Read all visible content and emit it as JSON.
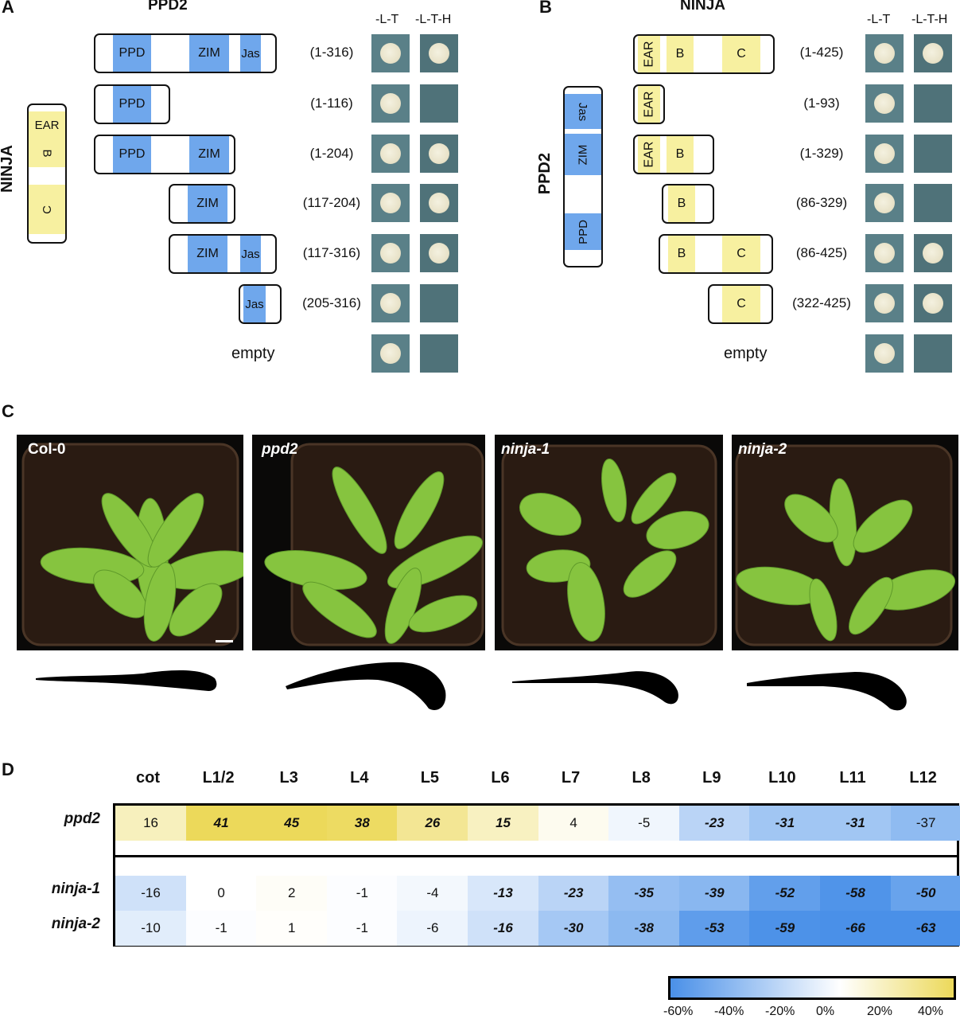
{
  "panel_a": {
    "letter": "A",
    "title": "PPD2",
    "side_label": "NINJA",
    "col_headers": [
      "-L-T",
      "-L-T-H"
    ],
    "side_domains": [
      "EAR",
      "B",
      "C"
    ],
    "rows": [
      {
        "range": "(1-316)",
        "domains": [
          "PPD",
          "ZIM",
          "Jas"
        ],
        "growth_lt": 1,
        "growth_lth": 1
      },
      {
        "range": "(1-116)",
        "domains": [
          "PPD"
        ],
        "growth_lt": 1,
        "growth_lth": 0
      },
      {
        "range": "(1-204)",
        "domains": [
          "PPD",
          "ZIM"
        ],
        "growth_lt": 1,
        "growth_lth": 1
      },
      {
        "range": "(117-204)",
        "domains": [
          "ZIM"
        ],
        "growth_lt": 1,
        "growth_lth": 1
      },
      {
        "range": "(117-316)",
        "domains": [
          "ZIM",
          "Jas"
        ],
        "growth_lt": 1,
        "growth_lth": 1
      },
      {
        "range": "(205-316)",
        "domains": [
          "Jas"
        ],
        "growth_lt": 1,
        "growth_lth": 0
      }
    ],
    "empty_label": "empty",
    "empty_growth_lt": 1,
    "empty_growth_lth": 0
  },
  "panel_b": {
    "letter": "B",
    "title": "NINJA",
    "side_label": "PPD2",
    "col_headers": [
      "-L-T",
      "-L-T-H"
    ],
    "side_domains": [
      "Jas",
      "ZIM",
      "PPD"
    ],
    "rows": [
      {
        "range": "(1-425)",
        "domains": [
          "EAR",
          "B",
          "C"
        ],
        "growth_lt": 1,
        "growth_lth": 1
      },
      {
        "range": "(1-93)",
        "domains": [
          "EAR"
        ],
        "growth_lt": 1,
        "growth_lth": 0
      },
      {
        "range": "(1-329)",
        "domains": [
          "EAR",
          "B"
        ],
        "growth_lt": 1,
        "growth_lth": 0
      },
      {
        "range": "(86-329)",
        "domains": [
          "B"
        ],
        "growth_lt": 1,
        "growth_lth": 0
      },
      {
        "range": "(86-425)",
        "domains": [
          "B",
          "C"
        ],
        "growth_lt": 1,
        "growth_lth": 1
      },
      {
        "range": "(322-425)",
        "domains": [
          "C"
        ],
        "growth_lt": 1,
        "growth_lth": 1
      }
    ],
    "empty_label": "empty",
    "empty_growth_lt": 1,
    "empty_growth_lth": 0
  },
  "panel_c": {
    "letter": "C",
    "photos": [
      {
        "label": "Col-0",
        "italic": false
      },
      {
        "label": "ppd2",
        "italic": true
      },
      {
        "label": "ninja-1",
        "italic": true
      },
      {
        "label": "ninja-2",
        "italic": true
      }
    ]
  },
  "panel_d": {
    "letter": "D",
    "chart_data": {
      "type": "heatmap",
      "columns": [
        "cot",
        "L1/2",
        "L3",
        "L4",
        "L5",
        "L6",
        "L7",
        "L8",
        "L9",
        "L10",
        "L11",
        "L12"
      ],
      "rows": [
        {
          "name": "ppd2",
          "values": [
            16,
            41,
            45,
            38,
            26,
            15,
            4,
            -5,
            -23,
            -31,
            -31,
            -37
          ],
          "significant": [
            false,
            true,
            true,
            true,
            true,
            true,
            false,
            false,
            true,
            true,
            true,
            false
          ]
        },
        {
          "name": "ninja-1",
          "values": [
            -16,
            0,
            2,
            -1,
            -4,
            -13,
            -23,
            -35,
            -39,
            -52,
            -58,
            -50
          ],
          "significant": [
            false,
            false,
            false,
            false,
            false,
            true,
            true,
            true,
            true,
            true,
            true,
            true
          ]
        },
        {
          "name": "ninja-2",
          "values": [
            -10,
            -1,
            1,
            -1,
            -6,
            -16,
            -30,
            -38,
            -53,
            -59,
            -66,
            -63
          ],
          "significant": [
            false,
            false,
            false,
            false,
            false,
            true,
            true,
            true,
            true,
            true,
            true,
            true
          ]
        }
      ],
      "scale_range": [
        -60,
        40
      ],
      "scale_ticks": [
        "-60%",
        "-40%",
        "-20%",
        "0%",
        "20%",
        "40%"
      ],
      "colors": {
        "negative": "#4a90e8",
        "zero": "#ffffff",
        "positive": "#ecd95a"
      }
    }
  }
}
